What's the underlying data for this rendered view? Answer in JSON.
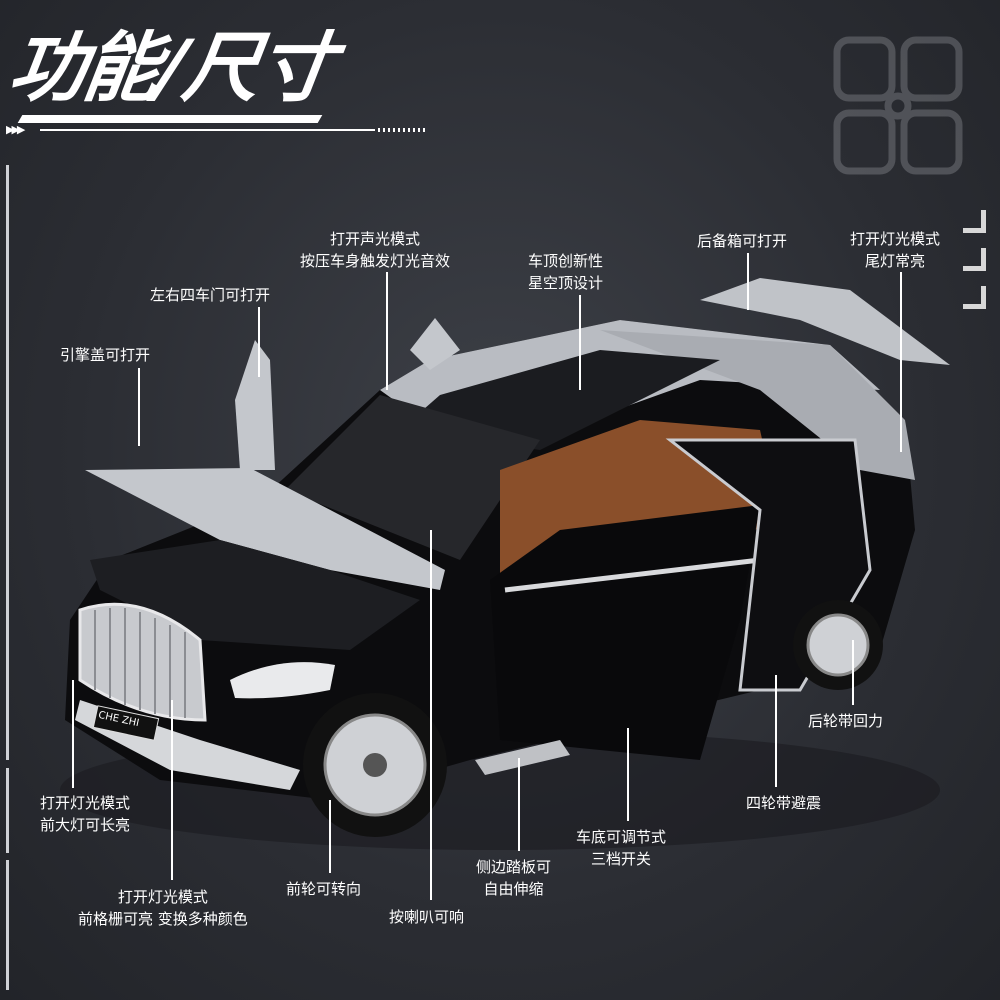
{
  "header": {
    "title": "功能/尺寸"
  },
  "car": {
    "plate": "CHE ZHI"
  },
  "features": [
    {
      "lines": [
        "打开声光模式",
        "按压车身触发灯光音效"
      ]
    },
    {
      "lines": [
        "车顶创新性",
        "星空顶设计"
      ]
    },
    {
      "lines": [
        "后备箱可打开"
      ]
    },
    {
      "lines": [
        "打开灯光模式",
        "尾灯常亮"
      ]
    },
    {
      "lines": [
        "左右四车门可打开"
      ]
    },
    {
      "lines": [
        "引擎盖可打开"
      ]
    },
    {
      "lines": [
        "后轮带回力"
      ]
    },
    {
      "lines": [
        "四轮带避震"
      ]
    },
    {
      "lines": [
        "打开灯光模式",
        "前大灯可长亮"
      ]
    },
    {
      "lines": [
        "车底可调节式",
        "三档开关"
      ]
    },
    {
      "lines": [
        "侧边踏板可",
        "自由伸缩"
      ]
    },
    {
      "lines": [
        "前轮可转向"
      ]
    },
    {
      "lines": [
        "打开灯光模式",
        "前格栅可亮 变换多种颜色"
      ]
    },
    {
      "lines": [
        "按喇叭可响"
      ]
    }
  ],
  "colors": {
    "background": "#2b2d33",
    "text": "#ffffff",
    "body_black": "#0c0c0e",
    "body_silver": "#b9bcc2",
    "interior": "#8a4f2a"
  }
}
